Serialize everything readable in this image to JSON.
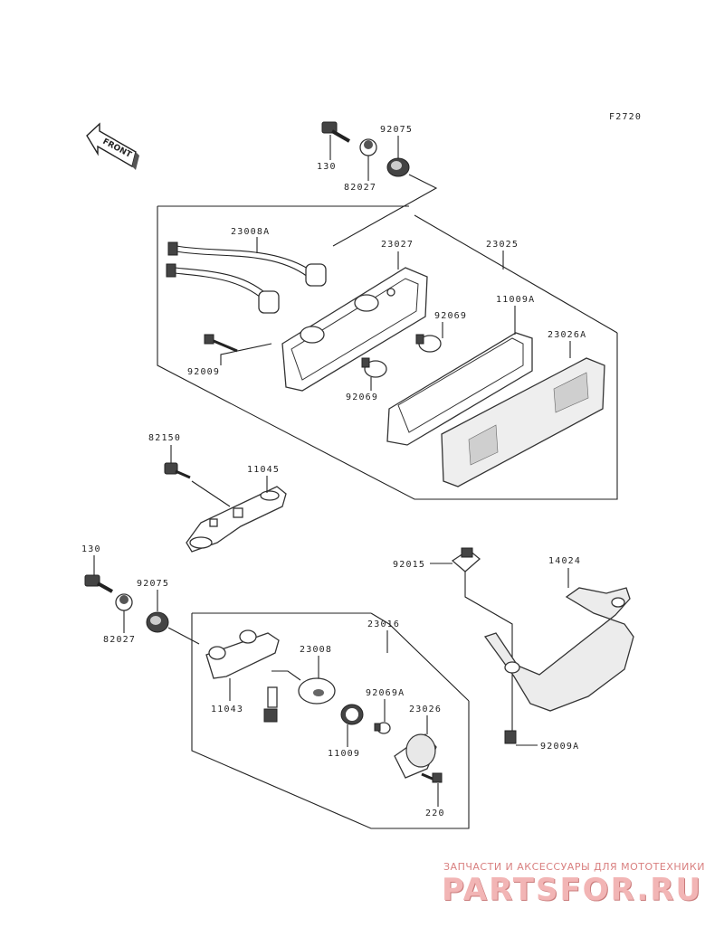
{
  "figure_code": "F2720",
  "front_label": "FRONT",
  "labels": {
    "p130a": "130",
    "p82027a": "82027",
    "p92075a": "92075",
    "p23008A": "23008A",
    "p23027": "23027",
    "p23025": "23025",
    "p11009A": "11009A",
    "p92069a": "92069",
    "p23026A": "23026A",
    "p92009": "92009",
    "p92069b": "92069",
    "p82150": "82150",
    "p11045": "11045",
    "p130b": "130",
    "p92075b": "92075",
    "p82027b": "82027",
    "p92015": "92015",
    "p14024": "14024",
    "p23016": "23016",
    "p23008": "23008",
    "p11043": "11043",
    "p92069A": "92069A",
    "p23026": "23026",
    "p11009": "11009",
    "p220": "220",
    "p92009A": "92009A"
  },
  "watermark": {
    "caption": "ЗАПЧАСТИ И АКСЕССУАРЫ ДЛЯ МОТОТЕХНИКИ",
    "logo": "PARTSFOR.RU"
  }
}
